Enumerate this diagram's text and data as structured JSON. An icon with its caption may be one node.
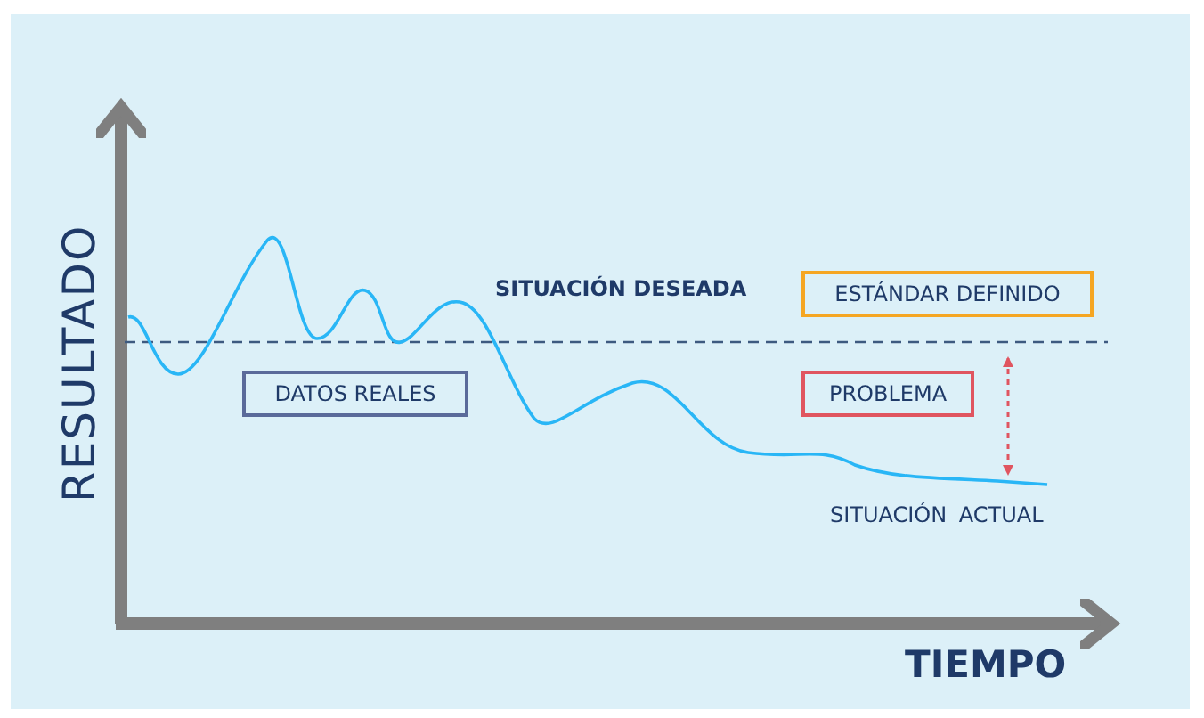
{
  "diagram": {
    "nodes": [
      {
        "text": [
          "ESTÁNDAR DEFINIDO"
        ]
      },
      {
        "text": [
          "DATOS REALES"
        ]
      },
      {
        "text": [
          "PROBLEMA"
        ]
      }
    ],
    "labels": [
      "RESULTADO",
      "SITUACIÓN DESEADA",
      "SITUACIÓN ACTUAL",
      "TIEMPO"
    ]
  }
}
